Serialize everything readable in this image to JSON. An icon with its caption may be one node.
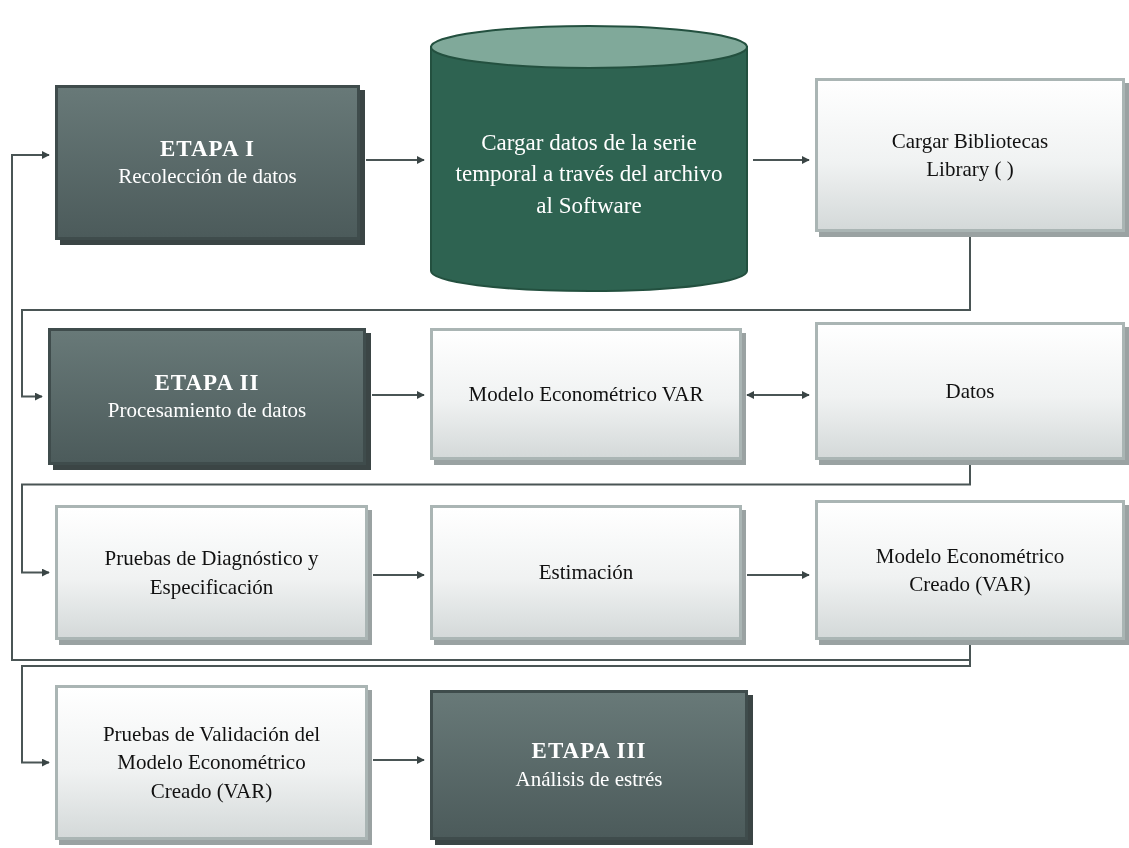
{
  "diagram": {
    "nodes": [
      {
        "text": [
          "ETAPA I",
          "Recolección de datos"
        ]
      },
      {
        "text": [
          "Cargar datos de la serie temporal a través del archivo al Software"
        ]
      },
      {
        "text": [
          "Cargar Bibliotecas Library ( )"
        ]
      },
      {
        "text": [
          "ETAPA II",
          "Procesamiento de datos"
        ]
      },
      {
        "text": [
          "Modelo Econométrico VAR"
        ]
      },
      {
        "text": [
          "Datos"
        ]
      },
      {
        "text": [
          "Pruebas de Diagnóstico y Especificación"
        ]
      },
      {
        "text": [
          "Estimación"
        ]
      },
      {
        "text": [
          "Modelo Econométrico Creado (VAR)"
        ]
      },
      {
        "text": [
          "Pruebas de Validación del Modelo Econométrico Creado (VAR)"
        ]
      },
      {
        "text": [
          "ETAPA III",
          "Análisis de estrés"
        ]
      }
    ],
    "edges": [
      {
        "from": 0,
        "to": 1,
        "arrow": "to"
      },
      {
        "from": 1,
        "to": 2,
        "arrow": "to"
      },
      {
        "from": 2,
        "to": 3,
        "arrow": "to"
      },
      {
        "from": 3,
        "to": 4,
        "arrow": "to"
      },
      {
        "from": 4,
        "to": 5,
        "arrow": "both"
      },
      {
        "from": 5,
        "to": 6,
        "arrow": "to"
      },
      {
        "from": 6,
        "to": 7,
        "arrow": "to"
      },
      {
        "from": 7,
        "to": 8,
        "arrow": "to"
      },
      {
        "from": 8,
        "to": 0,
        "arrow": "to"
      },
      {
        "from": 8,
        "to": 9,
        "arrow": "to"
      },
      {
        "from": 9,
        "to": 10,
        "arrow": "to"
      }
    ]
  }
}
